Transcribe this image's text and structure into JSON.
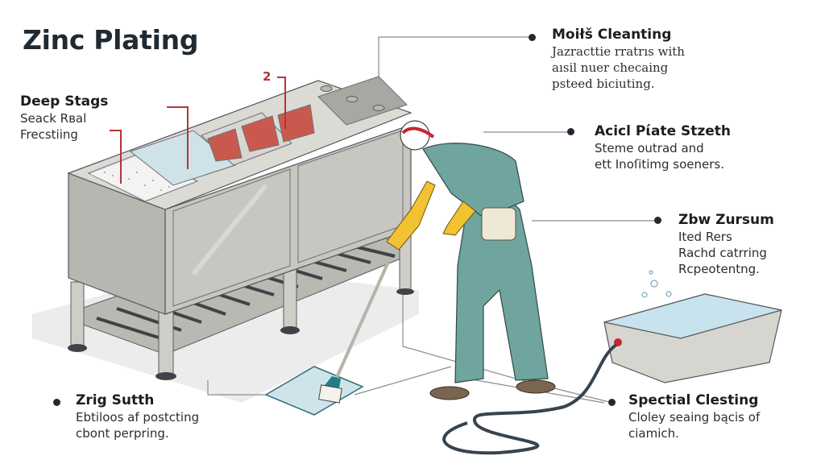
{
  "title": "Zinc Plating",
  "colors": {
    "accent_red": "#b5333a",
    "worker_uniform": "#6fa59e",
    "gloves": "#f1c232",
    "tank_steel": "#c9c7c1",
    "leader_line": "#8a8c8e"
  },
  "tank_markers": [
    {
      "label": "2"
    }
  ],
  "callouts": [
    {
      "id": "deep-stags",
      "heading": "Deep Stags",
      "lines": [
        "Seack Rвal",
        "Frecstiing"
      ]
    },
    {
      "id": "moist-cleanting",
      "heading": "Moiłš Cleanting",
      "lines": [
        "Jazracttie rratrıs with",
        "aısil nuer checaing",
        "psteed biciuting."
      ]
    },
    {
      "id": "acicl-piate",
      "heading": "Acicl Pίate Stzeth",
      "lines": [
        "Steme outrad and",
        "ett Inoſitimg soeners."
      ]
    },
    {
      "id": "zbw-zursum",
      "heading": "Zbw Zursum",
      "lines": [
        "Ited Rers",
        "Rachd catrring",
        "Rcpeotentng."
      ]
    },
    {
      "id": "zrig-sutth",
      "heading": "Zrig Sutth",
      "lines": [
        "Ebtiloos af postcting",
        "cbont perpring."
      ]
    },
    {
      "id": "spectial-clesting",
      "heading": "Spectial Clesting",
      "lines": [
        "Cloley seaing bącis of",
        "ciamich."
      ]
    }
  ]
}
